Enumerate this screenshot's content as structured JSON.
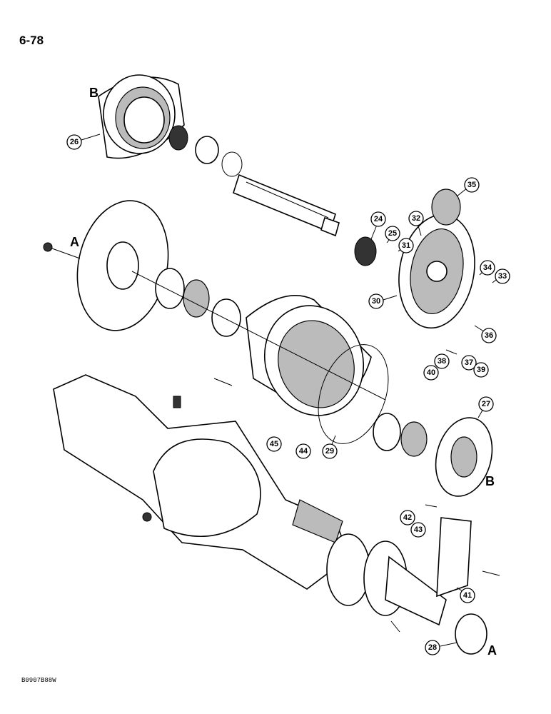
{
  "page": {
    "number": "6-78",
    "ref_code": "B0907B88W"
  },
  "letters": [
    "A",
    "B",
    "A",
    "B"
  ],
  "callouts": [
    "24",
    "25",
    "26",
    "27",
    "28",
    "29",
    "30",
    "31",
    "32",
    "33",
    "34",
    "35",
    "36",
    "37",
    "38",
    "39",
    "40",
    "41",
    "42",
    "43",
    "44",
    "45"
  ]
}
